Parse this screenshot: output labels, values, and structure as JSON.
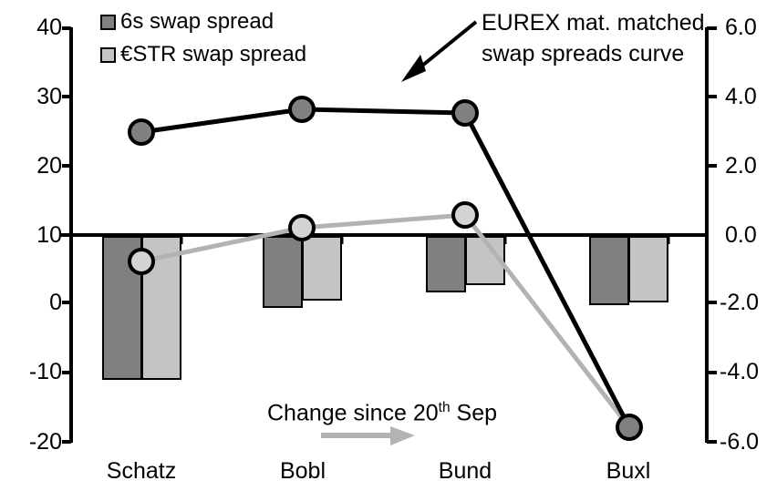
{
  "chart_data": {
    "type": "bar",
    "title": "",
    "categories": [
      "Schatz",
      "Bobl",
      "Bund",
      "Buxl"
    ],
    "xlabel": "",
    "ylabel_left": "",
    "ylabel_right": "",
    "ylim_left": [
      -20,
      40
    ],
    "ylim_right": [
      -6.0,
      6.0
    ],
    "yticks_left": [
      "40",
      "30",
      "20",
      "10",
      "0",
      "-10",
      "-20"
    ],
    "yticks_right": [
      "6.0",
      "4.0",
      "2.0",
      "0.0",
      "-2.0",
      "-4.0",
      "-6.0"
    ],
    "grid": false,
    "legend_position": "top-left",
    "series": [
      {
        "name": "6s swap spread",
        "kind": "bar",
        "axis": "right",
        "color": "#808080",
        "values": [
          -4.05,
          -1.98,
          -1.55,
          -1.9
        ]
      },
      {
        "name": "€STR swap spread",
        "kind": "bar",
        "axis": "right",
        "color": "#c4c4c4",
        "values": [
          -4.05,
          -1.78,
          -1.35,
          -1.82
        ]
      },
      {
        "name": "EUREX mat. matched swap spreads curve",
        "kind": "line",
        "axis": "left",
        "color": "#000000",
        "marker_fill": "#808080",
        "values": [
          24.6,
          27.9,
          27.4,
          -18.0
        ]
      },
      {
        "name": "Change since 20th Sep",
        "kind": "line",
        "axis": "left",
        "color": "#b3b3b3",
        "marker_fill": "#c4c4c4",
        "values": [
          5.9,
          10.8,
          12.6,
          -18.0
        ]
      }
    ]
  },
  "legend": {
    "items": [
      {
        "label": "6s swap spread",
        "color": "#808080"
      },
      {
        "label": "€STR swap spread",
        "color": "#c4c4c4"
      }
    ]
  },
  "annotations": {
    "eurex": {
      "line1": "EUREX mat. matched",
      "line2": "swap spreads curve"
    },
    "change": {
      "prefix": "Change since 20",
      "sup": "th",
      "suffix": " Sep"
    }
  },
  "axis_left": {
    "labels": [
      "40",
      "30",
      "20",
      "10",
      "0",
      "-10",
      "-20"
    ]
  },
  "axis_right": {
    "labels": [
      "6.0",
      "4.0",
      "2.0",
      "0.0",
      "-2.0",
      "-4.0",
      "-6.0"
    ]
  },
  "categories": [
    "Schatz",
    "Bobl",
    "Bund",
    "Buxl"
  ]
}
